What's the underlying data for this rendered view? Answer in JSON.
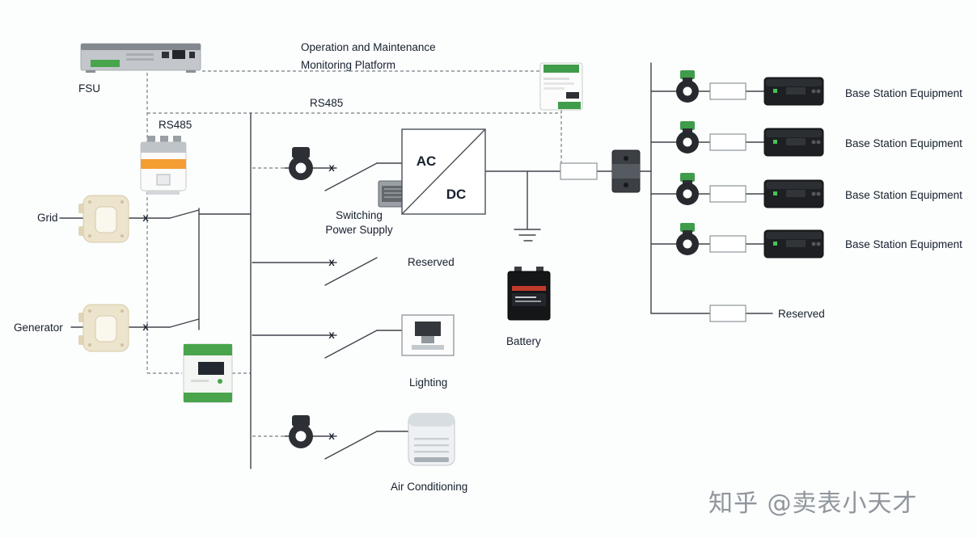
{
  "page": {
    "background": "#fcfdfd"
  },
  "colors": {
    "wire": "#40454b",
    "comm_wire": "#7a8086",
    "text": "#16202e",
    "accent_green": "#48a54c",
    "terminal_green": "#3f9c4a",
    "breaker_orange": "#f49d33",
    "device_dark": "#1d1f22",
    "watermark_gray": "#8f969c"
  },
  "labels": {
    "platform1": "Operation and Maintenance",
    "platform2": "Monitoring Platform",
    "fsu": "FSU",
    "rs485_bus": "RS485",
    "rs485_fsu": "RS485",
    "grid": "Grid",
    "generator": "Generator",
    "switching1": "Switching",
    "switching2": "Power Supply",
    "ac": "AC",
    "dc": "DC",
    "reserved_feeder": "Reserved",
    "lighting": "Lighting",
    "air_conditioning": "Air Conditioning",
    "battery": "Battery",
    "reserved_output": "Reserved",
    "switch_mark": "X"
  },
  "equipment_rows": [
    {
      "label": "Base Station Equipment"
    },
    {
      "label": "Base Station Equipment"
    },
    {
      "label": "Base Station Equipment"
    },
    {
      "label": "Base Station Equipment"
    }
  ],
  "watermark": {
    "text": "知乎 @卖表小天才"
  }
}
